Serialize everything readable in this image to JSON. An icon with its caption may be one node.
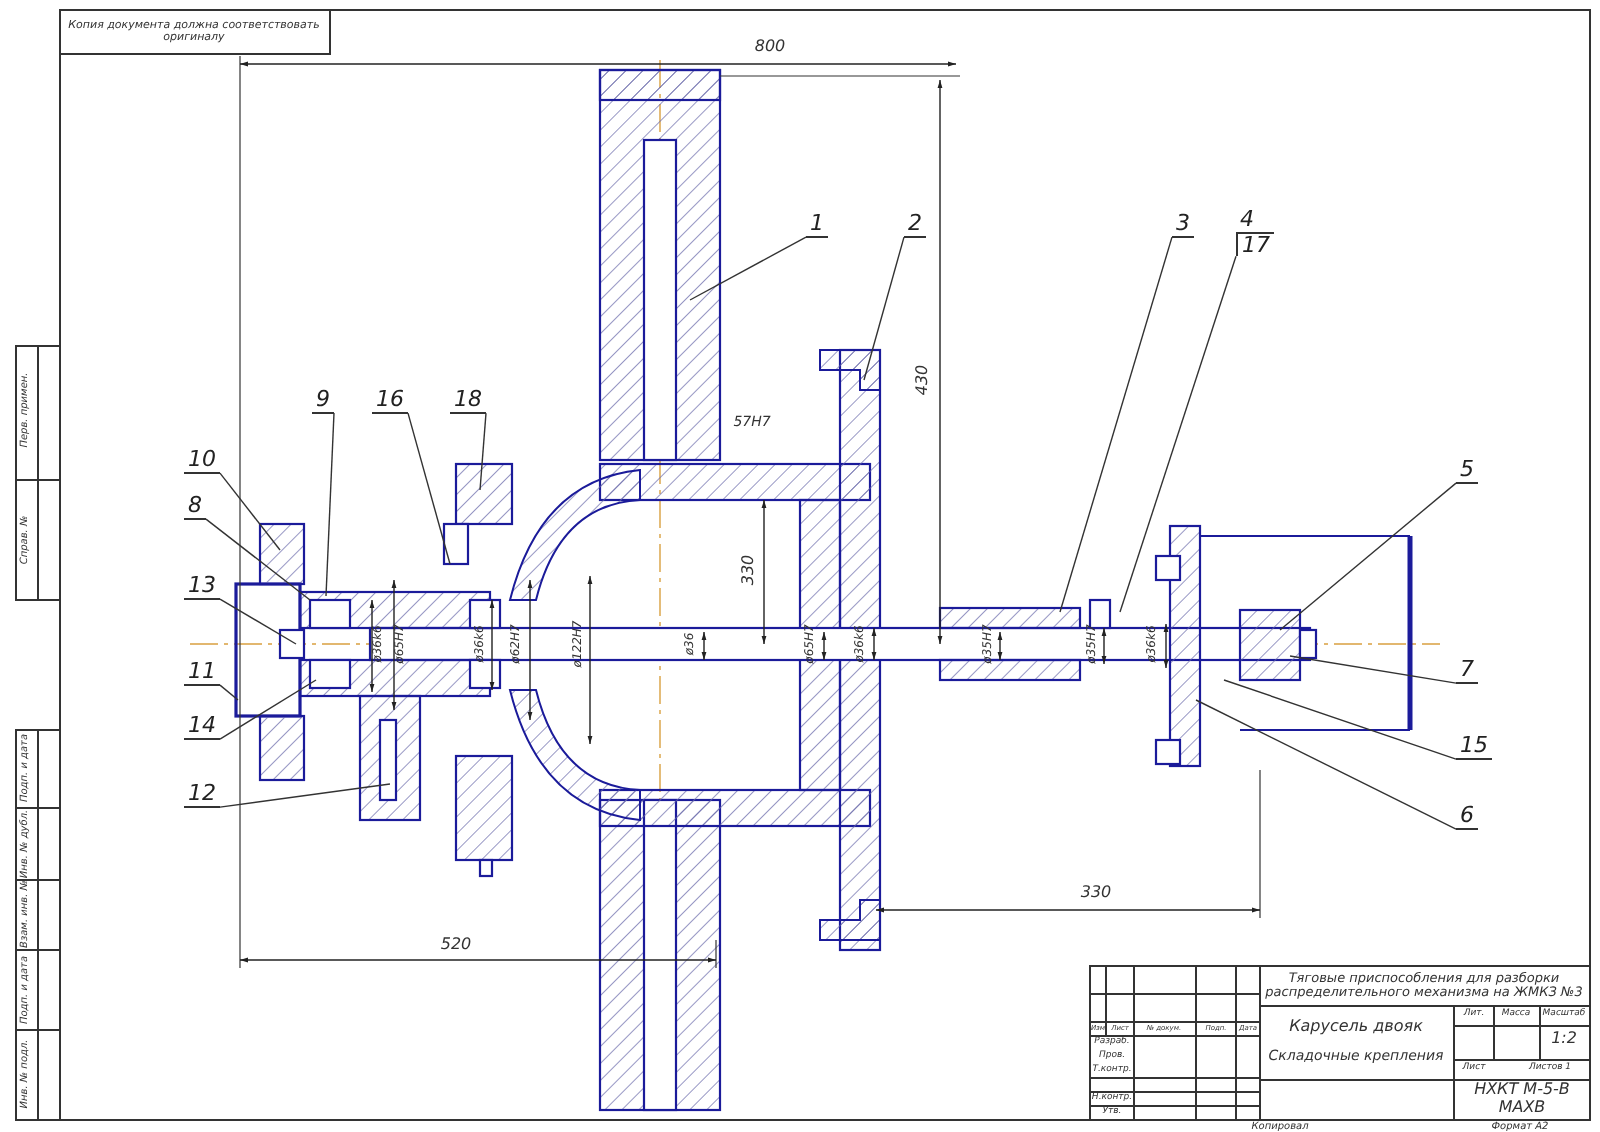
{
  "diagram": {
    "nodes": [
      {
        "text": [
          "9"
        ]
      },
      {
        "text": [
          "16"
        ]
      },
      {
        "text": [
          "18"
        ]
      },
      {
        "text": [
          "1"
        ]
      },
      {
        "text": [
          "2"
        ]
      },
      {
        "text": [
          "3"
        ]
      },
      {
        "text": [
          "4",
          "17"
        ]
      },
      {
        "text": [
          "10"
        ]
      },
      {
        "text": [
          "8"
        ]
      },
      {
        "text": [
          "5"
        ]
      },
      {
        "text": [
          "13"
        ]
      },
      {
        "text": [
          "11"
        ]
      },
      {
        "text": [
          "14"
        ]
      },
      {
        "text": [
          "7"
        ]
      },
      {
        "text": [
          "15"
        ]
      },
      {
        "text": [
          "12"
        ]
      },
      {
        "text": [
          "6"
        ]
      }
    ],
    "edges": [
      {
        "from": 0,
        "to": null,
        "arrow": "none"
      },
      {
        "from": 1,
        "to": null,
        "arrow": "none"
      },
      {
        "from": 2,
        "to": null,
        "arrow": "none"
      },
      {
        "from": 3,
        "to": null,
        "arrow": "none"
      },
      {
        "from": 4,
        "to": null,
        "arrow": "none"
      },
      {
        "from": 5,
        "to": null,
        "arrow": "none"
      },
      {
        "from": 6,
        "to": null,
        "arrow": "none"
      },
      {
        "from": 7,
        "to": null,
        "arrow": "none"
      },
      {
        "from": 8,
        "to": null,
        "arrow": "none"
      },
      {
        "from": 9,
        "to": null,
        "arrow": "none"
      },
      {
        "from": 10,
        "to": null,
        "arrow": "none"
      },
      {
        "from": 11,
        "to": null,
        "arrow": "none"
      },
      {
        "from": 12,
        "to": null,
        "arrow": "none"
      },
      {
        "from": 13,
        "to": null,
        "arrow": "none"
      },
      {
        "from": 14,
        "to": null,
        "arrow": "none"
      },
      {
        "from": 15,
        "to": null,
        "arrow": "none"
      },
      {
        "from": 16,
        "to": null,
        "arrow": "none"
      }
    ],
    "labels": [
      "Копия документа должна соответствовать оригиналу",
      "800",
      "430",
      "57H7",
      "330",
      "ø36k6",
      "ø65H7",
      "ø36k6",
      "ø62H7",
      "ø122H7",
      "ø36",
      "ø65H7",
      "ø36k6",
      "ø35H7",
      "ø35H7",
      "ø36k6",
      "330",
      "520",
      "Тяговые приспособления для разборки распределительного механизма на ЖМКЗ №3",
      "Изм",
      "Лист",
      "№ докум.",
      "Подп.",
      "Дата",
      "Разраб.",
      "Пров.",
      "Т.контр.",
      "Н.контр.",
      "Утв.",
      "Карусель двояк",
      "Складочные крепления",
      "Лит.",
      "Масса",
      "Масштаб",
      "1:2",
      "Лист",
      "Листов 1",
      "НХКТ М-5-В МАХВ",
      "Копировал",
      "Формат А2",
      "Перв. примен.",
      "Справ. №",
      "Подп. и дата",
      "Инв. № дубл.",
      "Взам. инв. №",
      "Подп. и дата",
      "Инв. № подл."
    ]
  }
}
